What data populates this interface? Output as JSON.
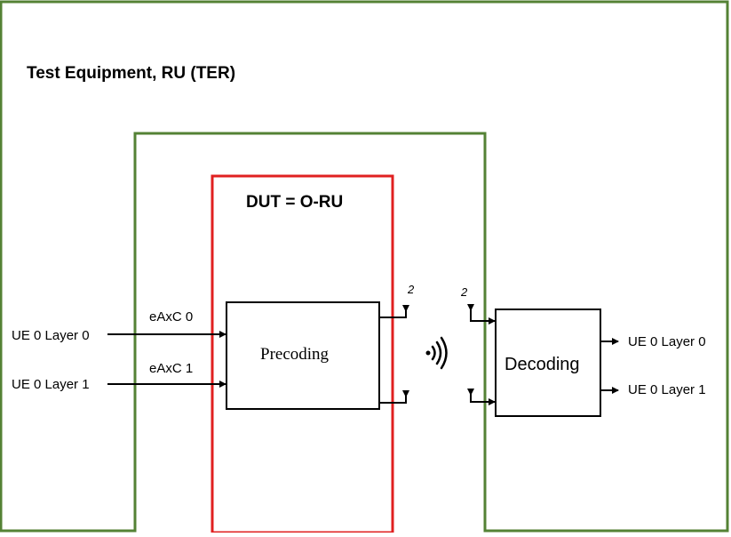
{
  "colors": {
    "frame": "#548235",
    "dut": "#e02020",
    "ink": "#000000"
  },
  "test_equipment": {
    "title": "Test Equipment, RU (TER)"
  },
  "dut": {
    "title": "DUT = O-RU",
    "block_label": "Precoding",
    "antenna_count_label": "2"
  },
  "receiver": {
    "block_label": "Decoding",
    "antenna_count_label": "2",
    "outputs": [
      "UE 0 Layer 0",
      "UE 0 Layer 1"
    ]
  },
  "inputs": [
    {
      "label": "UE 0 Layer 0",
      "channel": "eAxC 0"
    },
    {
      "label": "UE 0 Layer 1",
      "channel": "eAxC 1"
    }
  ],
  "icons": {
    "wireless": "wireless-signal-icon"
  }
}
